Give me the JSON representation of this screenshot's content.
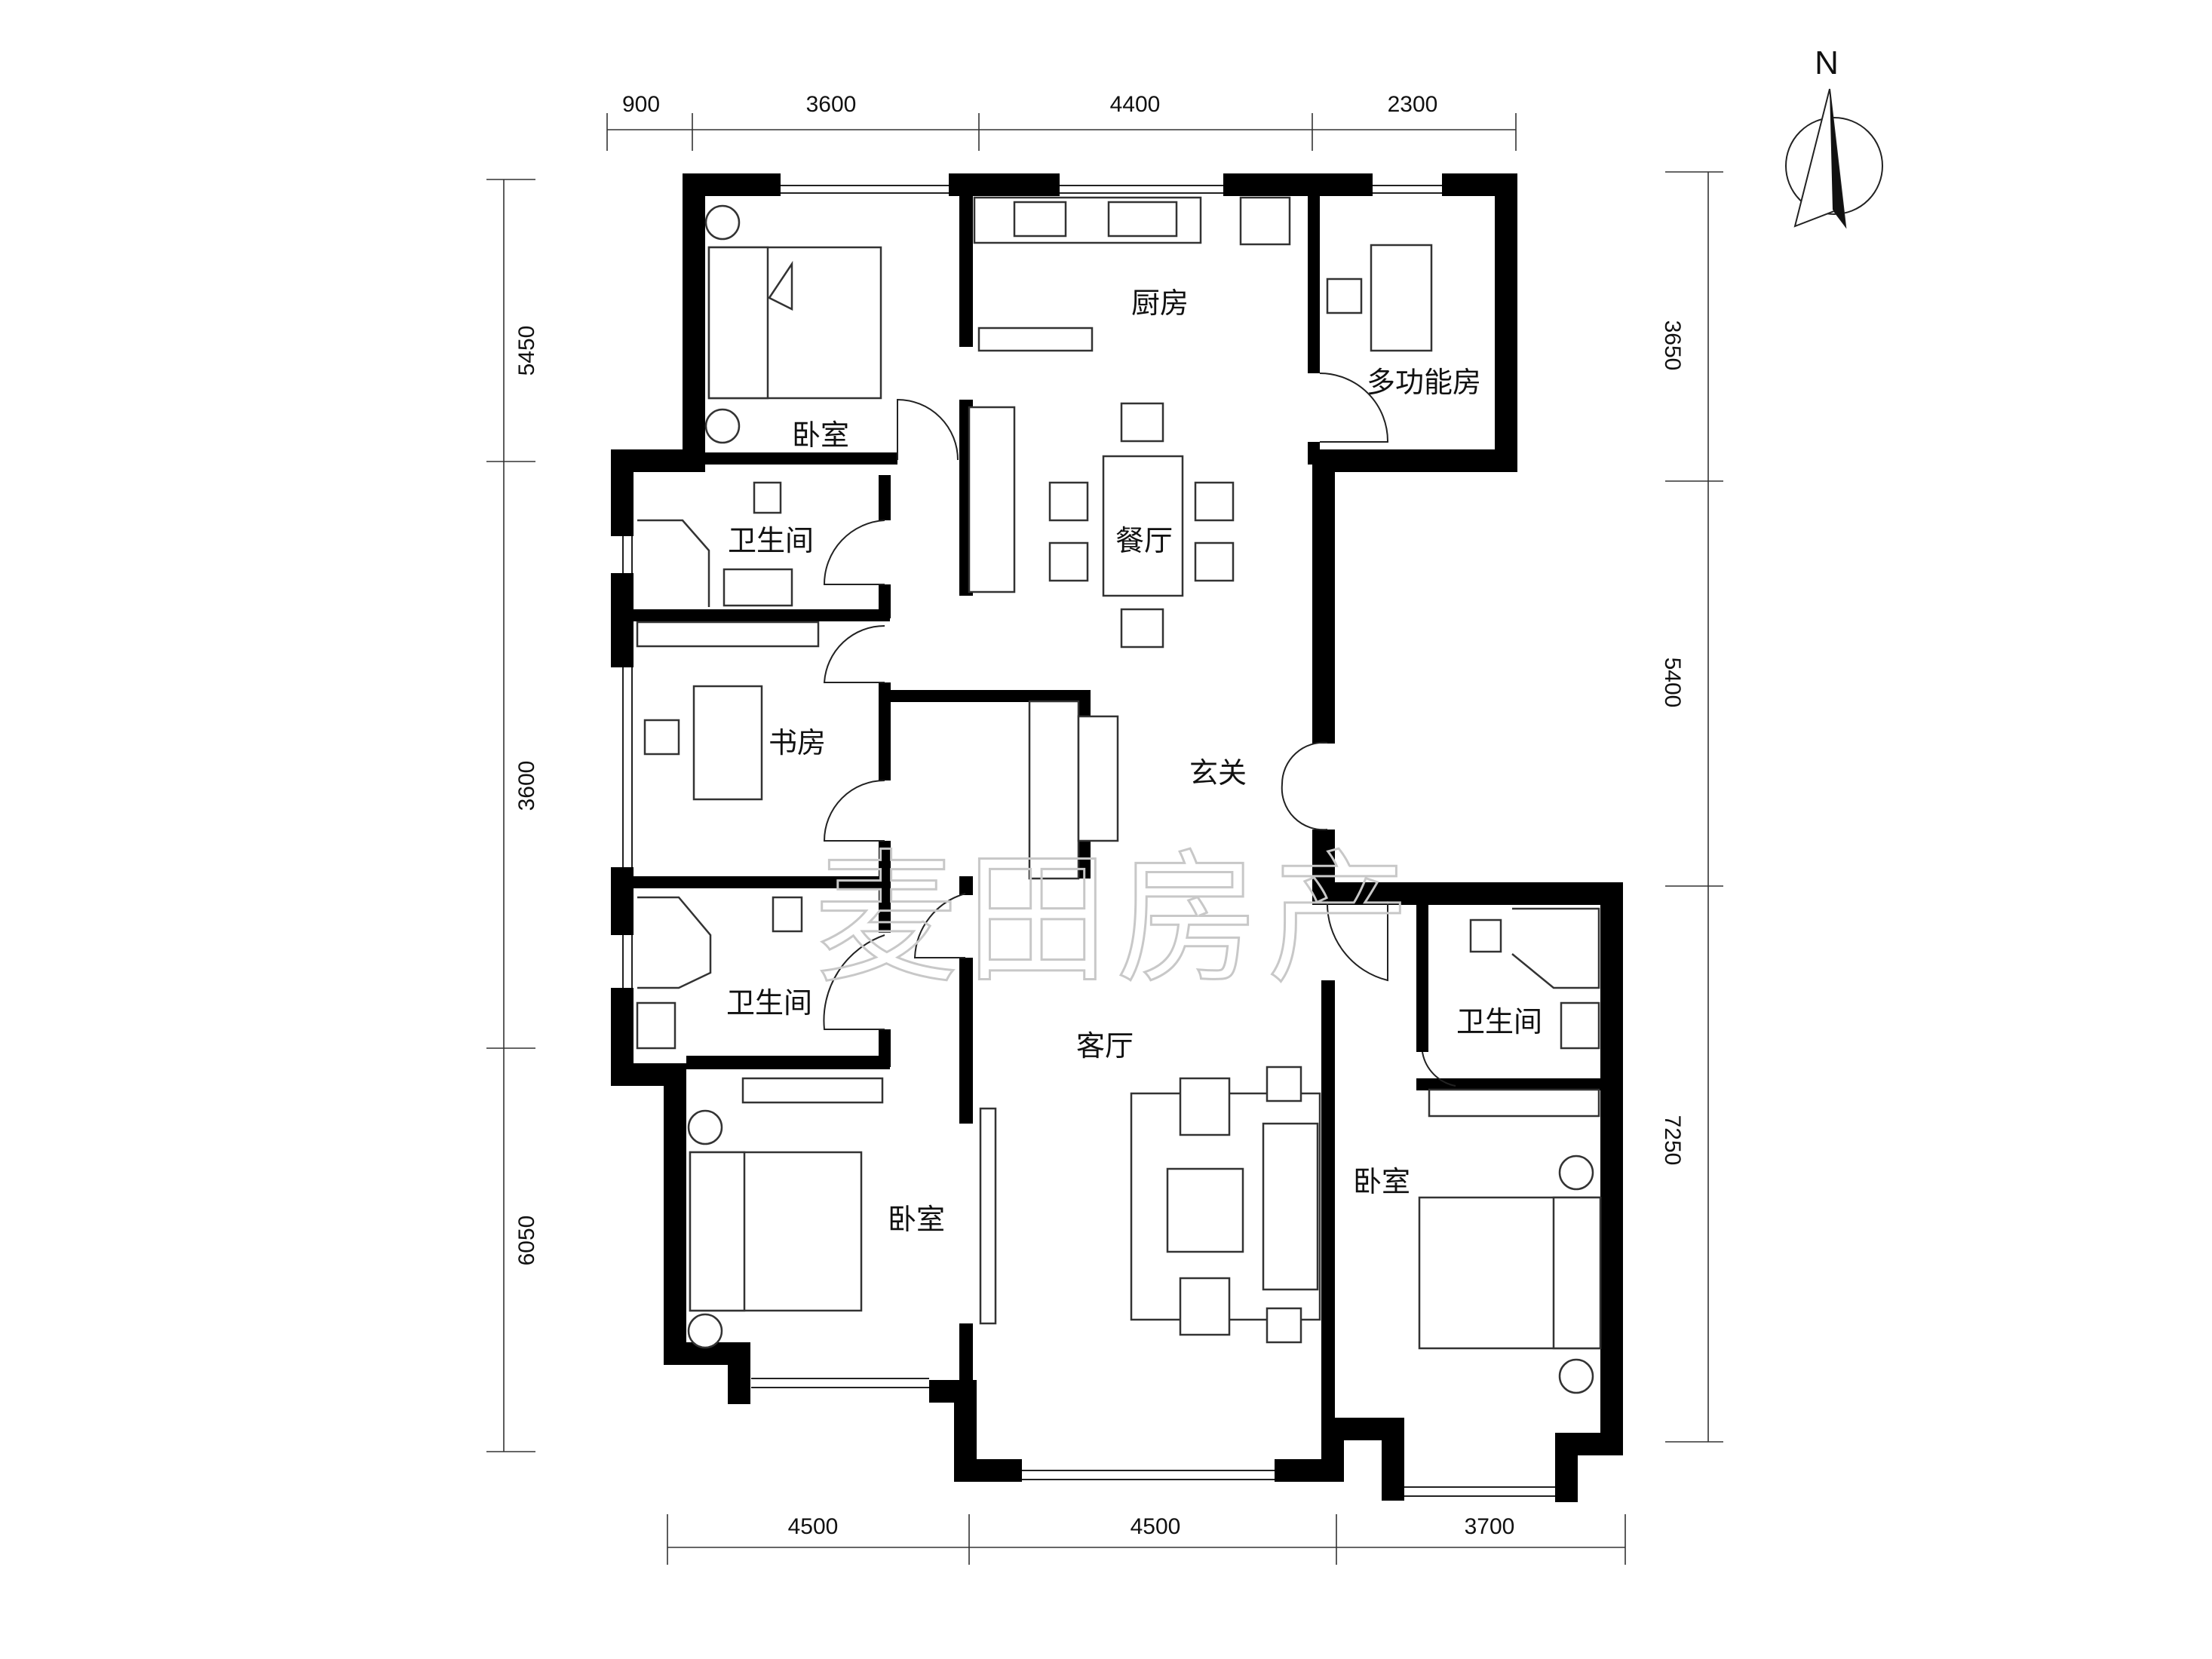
{
  "rooms": {
    "bedroom_nw": "卧室",
    "kitchen": "厨房",
    "multi_room": "多功能房",
    "bath_1": "卫生间",
    "dining": "餐厅",
    "study": "书房",
    "foyer": "玄关",
    "bath_2": "卫生间",
    "living": "客厅",
    "bath_3": "卫生间",
    "bedroom_sw": "卧室",
    "bedroom_se": "卧室"
  },
  "dimensions": {
    "top": [
      "900",
      "3600",
      "4400",
      "2300"
    ],
    "bottom": [
      "4500",
      "4500",
      "3700"
    ],
    "left": [
      "5450",
      "3600",
      "6050"
    ],
    "right": [
      "3650",
      "5400",
      "7250"
    ]
  },
  "compass": {
    "label": "N",
    "icon": "north-arrow-icon"
  },
  "watermark": "麦田房产"
}
